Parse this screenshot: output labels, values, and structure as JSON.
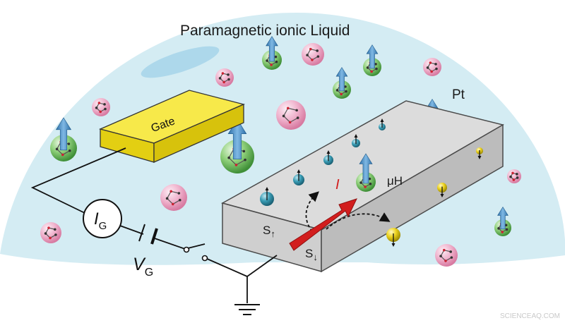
{
  "title": "Paramagnetic ionic Liquid",
  "gate_label": "Gate",
  "pt_label": "Pt",
  "current_label": "I",
  "muH_label": "μH",
  "ig_label": {
    "main": "I",
    "sub": "G"
  },
  "vg_label": {
    "main": "V",
    "sub": "G"
  },
  "spin_up_label": {
    "main": "S",
    "sub": "↑"
  },
  "spin_down_label": {
    "main": "S",
    "sub": "↓"
  },
  "watermark": "SCIENCEAQ.COM",
  "colors": {
    "liquid": "#d4ecf3",
    "gate": "#f3e11e",
    "pt_bar": "#e2e2e2",
    "current_arrow": "#d21e1e",
    "spin_arrow": "#4a8fc7",
    "green_ion": "#7cc46b",
    "pink_ion": "#eaa1c0",
    "teal_spin": "#2f8fa6",
    "yellow_spin": "#e6cb16"
  }
}
